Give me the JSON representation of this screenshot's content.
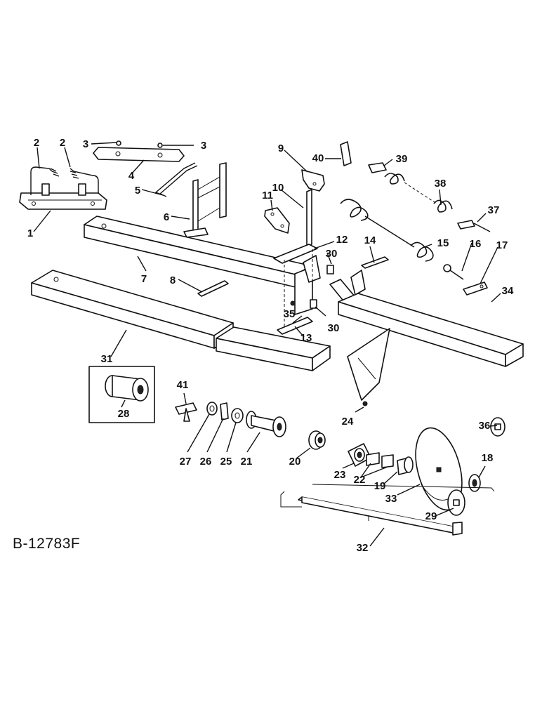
{
  "drawing_id": "B-12783F",
  "callouts": [
    {
      "id": "c1",
      "text": "1"
    },
    {
      "id": "c2a",
      "text": "2"
    },
    {
      "id": "c2b",
      "text": "2"
    },
    {
      "id": "c3a",
      "text": "3"
    },
    {
      "id": "c3b",
      "text": "3"
    },
    {
      "id": "c4",
      "text": "4"
    },
    {
      "id": "c5",
      "text": "5"
    },
    {
      "id": "c6",
      "text": "6"
    },
    {
      "id": "c7",
      "text": "7"
    },
    {
      "id": "c8",
      "text": "8"
    },
    {
      "id": "c9",
      "text": "9"
    },
    {
      "id": "c10",
      "text": "10"
    },
    {
      "id": "c11",
      "text": "11"
    },
    {
      "id": "c12",
      "text": "12"
    },
    {
      "id": "c13",
      "text": "13"
    },
    {
      "id": "c14",
      "text": "14"
    },
    {
      "id": "c15",
      "text": "15"
    },
    {
      "id": "c16",
      "text": "16"
    },
    {
      "id": "c17",
      "text": "17"
    },
    {
      "id": "c18",
      "text": "18"
    },
    {
      "id": "c19",
      "text": "19"
    },
    {
      "id": "c20",
      "text": "20"
    },
    {
      "id": "c21",
      "text": "21"
    },
    {
      "id": "c22",
      "text": "22"
    },
    {
      "id": "c23",
      "text": "23"
    },
    {
      "id": "c24",
      "text": "24"
    },
    {
      "id": "c25",
      "text": "25"
    },
    {
      "id": "c26",
      "text": "26"
    },
    {
      "id": "c27",
      "text": "27"
    },
    {
      "id": "c28",
      "text": "28"
    },
    {
      "id": "c29",
      "text": "29"
    },
    {
      "id": "c30a",
      "text": "30"
    },
    {
      "id": "c30b",
      "text": "30"
    },
    {
      "id": "c31",
      "text": "31"
    },
    {
      "id": "c32",
      "text": "32"
    },
    {
      "id": "c33",
      "text": "33"
    },
    {
      "id": "c34",
      "text": "34"
    },
    {
      "id": "c35",
      "text": "35"
    },
    {
      "id": "c36",
      "text": "36"
    },
    {
      "id": "c37",
      "text": "37"
    },
    {
      "id": "c38",
      "text": "38"
    },
    {
      "id": "c39",
      "text": "39"
    },
    {
      "id": "c40",
      "text": "40"
    },
    {
      "id": "c41",
      "text": "41"
    }
  ]
}
